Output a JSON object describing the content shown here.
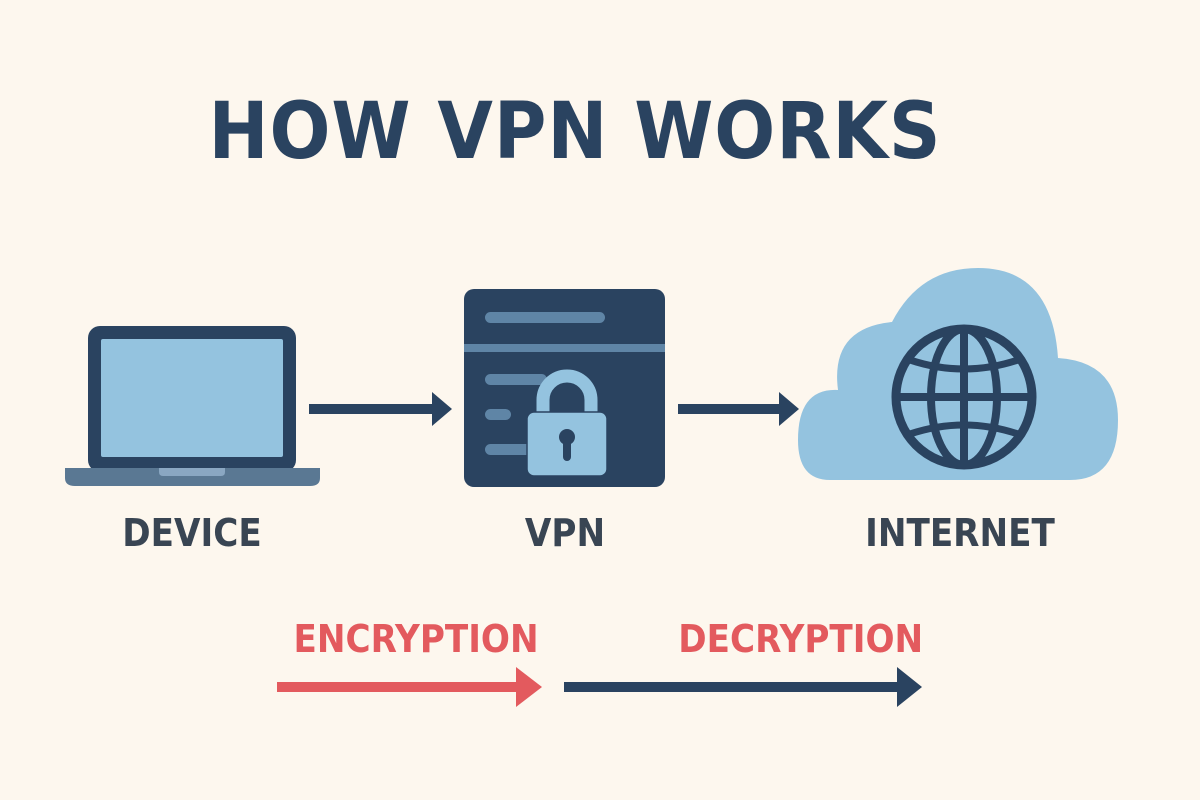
{
  "title": "HOW VPN WORKS",
  "nodes": [
    {
      "id": "device",
      "label": "DEVICE",
      "icon": "laptop-icon"
    },
    {
      "id": "vpn",
      "label": "VPN",
      "icon": "padlock-server-icon"
    },
    {
      "id": "internet",
      "label": "INTERNET",
      "icon": "cloud-globe-icon"
    }
  ],
  "flow": [
    {
      "label": "ENCRYPTION",
      "color": "#e35a5e"
    },
    {
      "label": "DECRYPTION",
      "color": "#2a4360"
    }
  ],
  "colors": {
    "background": "#fdf7ee",
    "dark": "#2a4360",
    "light": "#94c3df",
    "mid": "#5a7893",
    "accent": "#e35a5e"
  }
}
